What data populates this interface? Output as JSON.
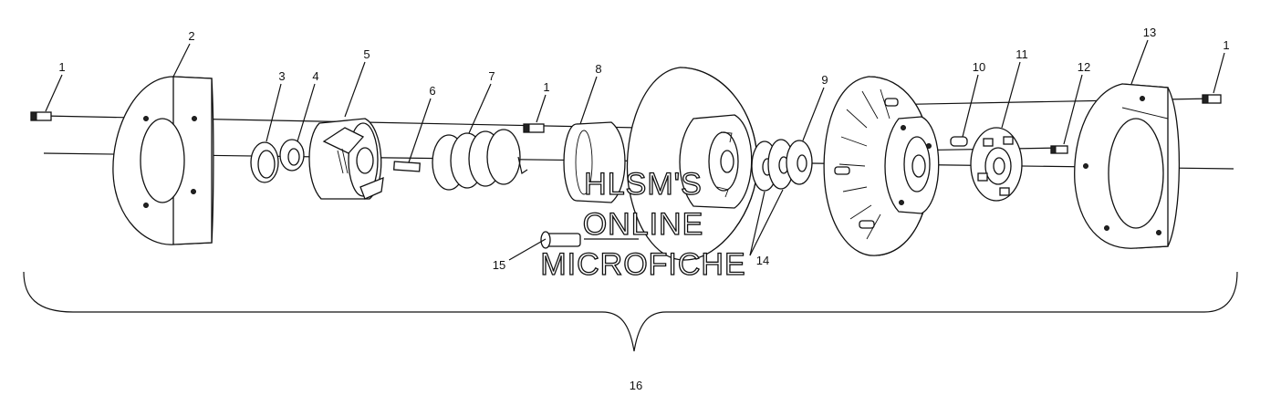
{
  "labels": {
    "p1_left": "1",
    "p2": "2",
    "p3": "3",
    "p4": "4",
    "p5": "5",
    "p6": "6",
    "p7": "7",
    "p1_mid": "1",
    "p8": "8",
    "p9": "9",
    "p10": "10",
    "p11": "11",
    "p12": "12",
    "p13": "13",
    "p1_right": "1",
    "p14": "14",
    "p15": "15",
    "p16": "16"
  },
  "watermark": {
    "line1": "HLSM'S",
    "line2": "ONLINE",
    "line3": "MICROFICHE"
  }
}
